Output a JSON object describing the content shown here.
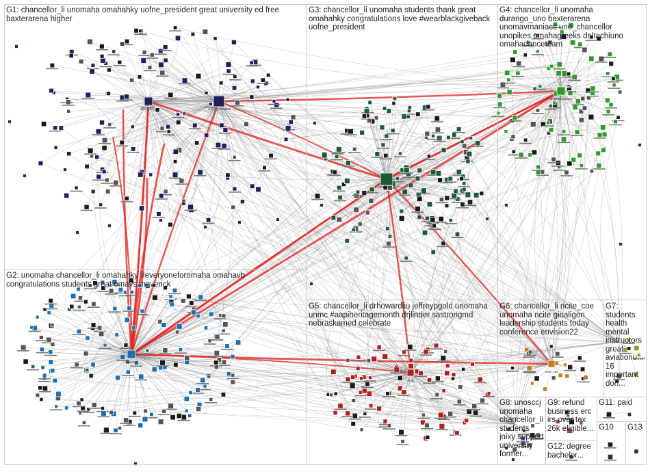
{
  "groups": [
    {
      "id": "G1",
      "label": "G1: chancellor_li unomaha omahahky uofne_president great university ed free\nbaxterarena higher",
      "color": "#20205a"
    },
    {
      "id": "G2",
      "label": "G2: unomaha chancellor_li omahahky #everyoneforomaha omahavb\ncongratulations students great omavs maverick",
      "color": "#1f6fb0"
    },
    {
      "id": "G3",
      "label": "G3: chancellor_li unomaha students thank great\nomahahky congratulations love #wearblackgiveback\nuofne_president",
      "color": "#1d5a3a"
    },
    {
      "id": "G4",
      "label": "G4: chancellor_li unomaha\ndurango_uno baxterarena\nunomavmaniacs uno_chancellor\nunopikes omahagreeks deltachiuno\nomahadanceteam",
      "color": "#2e9a2e"
    },
    {
      "id": "G5",
      "label": "G5: chancellor_li drhowardliu jeffreypgold unomaha\nunmc #aapiheritagemonth drjlinder sastrongmd\nnebraskamed celebrate",
      "color": "#b02020"
    },
    {
      "id": "G6",
      "label": "G6: chancellor_li ncite_coe\nunomaha ncite ginaligon\nleadership students today\nconference envision22",
      "color": "#c08020"
    },
    {
      "id": "G7",
      "label": "G7:\nstudents\nhealth\nmental\ninstructors\ngreat\naviationu...\n16\nimportant\ndon...",
      "color": "#8aa020"
    },
    {
      "id": "G8",
      "label": "G8: unosccj\nunomaha\nchancellor_li\nstudents\njnixy support\nuniversity\nformer...",
      "color": "#604080"
    },
    {
      "id": "G9",
      "label": "G9: refund\nbusiness erc\nirs over tax\n26k eligible...",
      "color": "#a04070"
    },
    {
      "id": "G10",
      "label": "G10",
      "color": "#303030"
    },
    {
      "id": "G11",
      "label": "G11: paid",
      "color": "#303030"
    },
    {
      "id": "G12",
      "label": "G12: degree\nbachelor...",
      "color": "#404040"
    },
    {
      "id": "G13",
      "label": "G13",
      "color": "#303030"
    }
  ],
  "node_labels": {
    "hub_g2": "unomaha",
    "hub_g3": "chancellor_li",
    "hub_g4": "unomavmaniacs",
    "hub_g1a": "uofne_president",
    "hub_g1b": "chancellor_li",
    "hub_g5": "unmc",
    "hub_g6": "ncite_coe"
  },
  "colors": {
    "edge_gray": "#7a7a7a",
    "edge_red": "#e0201e",
    "panel_border": "#c8c8c8"
  }
}
